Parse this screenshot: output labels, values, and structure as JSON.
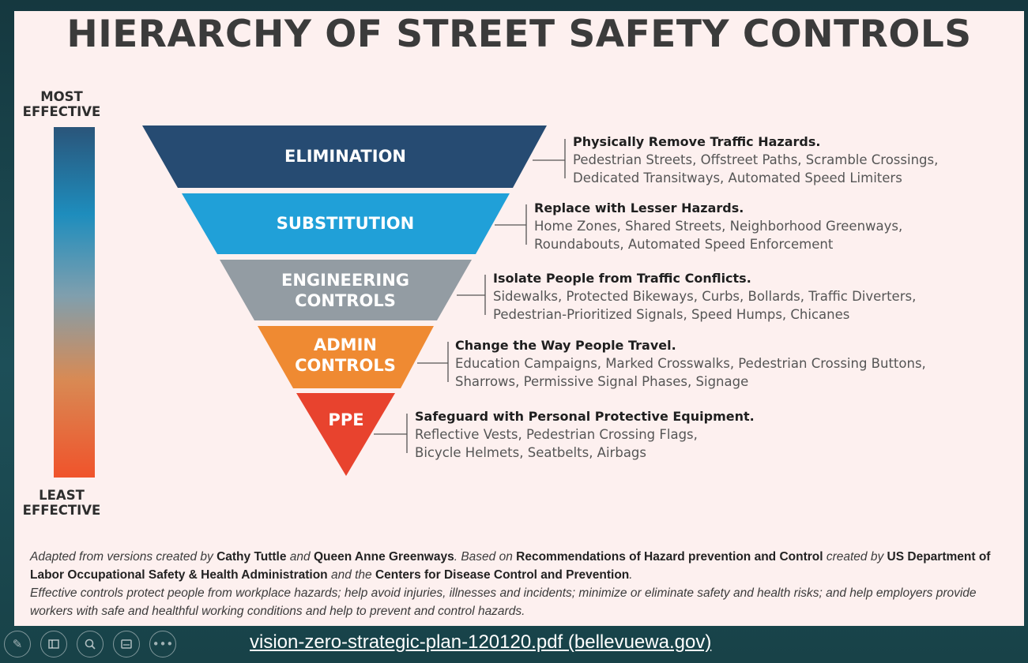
{
  "slide": {
    "title": "HIERARCHY OF STREET SAFETY CONTROLS",
    "scale": {
      "top_line1": "MOST",
      "top_line2": "EFFECTIVE",
      "bottom_line1": "LEAST",
      "bottom_line2": "EFFECTIVE"
    },
    "tiers": [
      {
        "line1": "ELIMINATION",
        "line2": "",
        "color": "#264b72",
        "heading": "Physically Remove Traffic Hazards.",
        "body1": "Pedestrian Streets, Offstreet Paths, Scramble Crossings,",
        "body2": "Dedicated Transitways, Automated Speed Limiters"
      },
      {
        "line1": "SUBSTITUTION",
        "line2": "",
        "color": "#20a0d8",
        "heading": "Replace with Lesser Hazards.",
        "body1": "Home Zones, Shared Streets, Neighborhood Greenways,",
        "body2": "Roundabouts, Automated Speed Enforcement"
      },
      {
        "line1": "ENGINEERING",
        "line2": "CONTROLS",
        "color": "#939ca3",
        "heading": "Isolate People from Traffic Conflicts.",
        "body1": "Sidewalks, Protected Bikeways, Curbs, Bollards, Traffic Diverters,",
        "body2": "Pedestrian-Prioritized Signals, Speed Humps, Chicanes"
      },
      {
        "line1": "ADMIN",
        "line2": "CONTROLS",
        "color": "#ef8a32",
        "heading": "Change the Way People Travel.",
        "body1": "Education Campaigns, Marked Crosswalks, Pedestrian Crossing Buttons,",
        "body2": "Sharrows, Permissive Signal Phases, Signage"
      },
      {
        "line1": "PPE",
        "line2": "",
        "color": "#e8432e",
        "heading": "Safeguard with Personal Protective Equipment.",
        "body1": "Reflective Vests, Pedestrian Crossing Flags,",
        "body2": "Bicycle Helmets, Seatbelts, Airbags"
      }
    ],
    "footnote": {
      "p1": "Adapted from versions created by ",
      "b1": "Cathy Tuttle",
      "p2": " and ",
      "b2": "Queen Anne Greenways",
      "p3": ". Based on ",
      "b3": "Recommendations of Hazard prevention and Control",
      "p4": " created by ",
      "b4": "US Department of Labor Occupational Safety & Health Administration",
      "p5": " and the ",
      "b5": "Centers for Disease Control and Prevention",
      "p6": ".",
      "p7": "Effective controls protect people from workplace hazards; help avoid injuries, illnesses and incidents; minimize or eliminate safety and health risks; and help employers provide workers with safe and healthful working conditions and help to prevent and control hazards."
    }
  },
  "toolbar": {
    "icons": [
      "pen-icon",
      "slides-icon",
      "zoom-icon",
      "subtitles-icon",
      "more-icon"
    ]
  },
  "source_link": "vision-zero-strategic-plan-120120.pdf (bellevuewa.gov)"
}
